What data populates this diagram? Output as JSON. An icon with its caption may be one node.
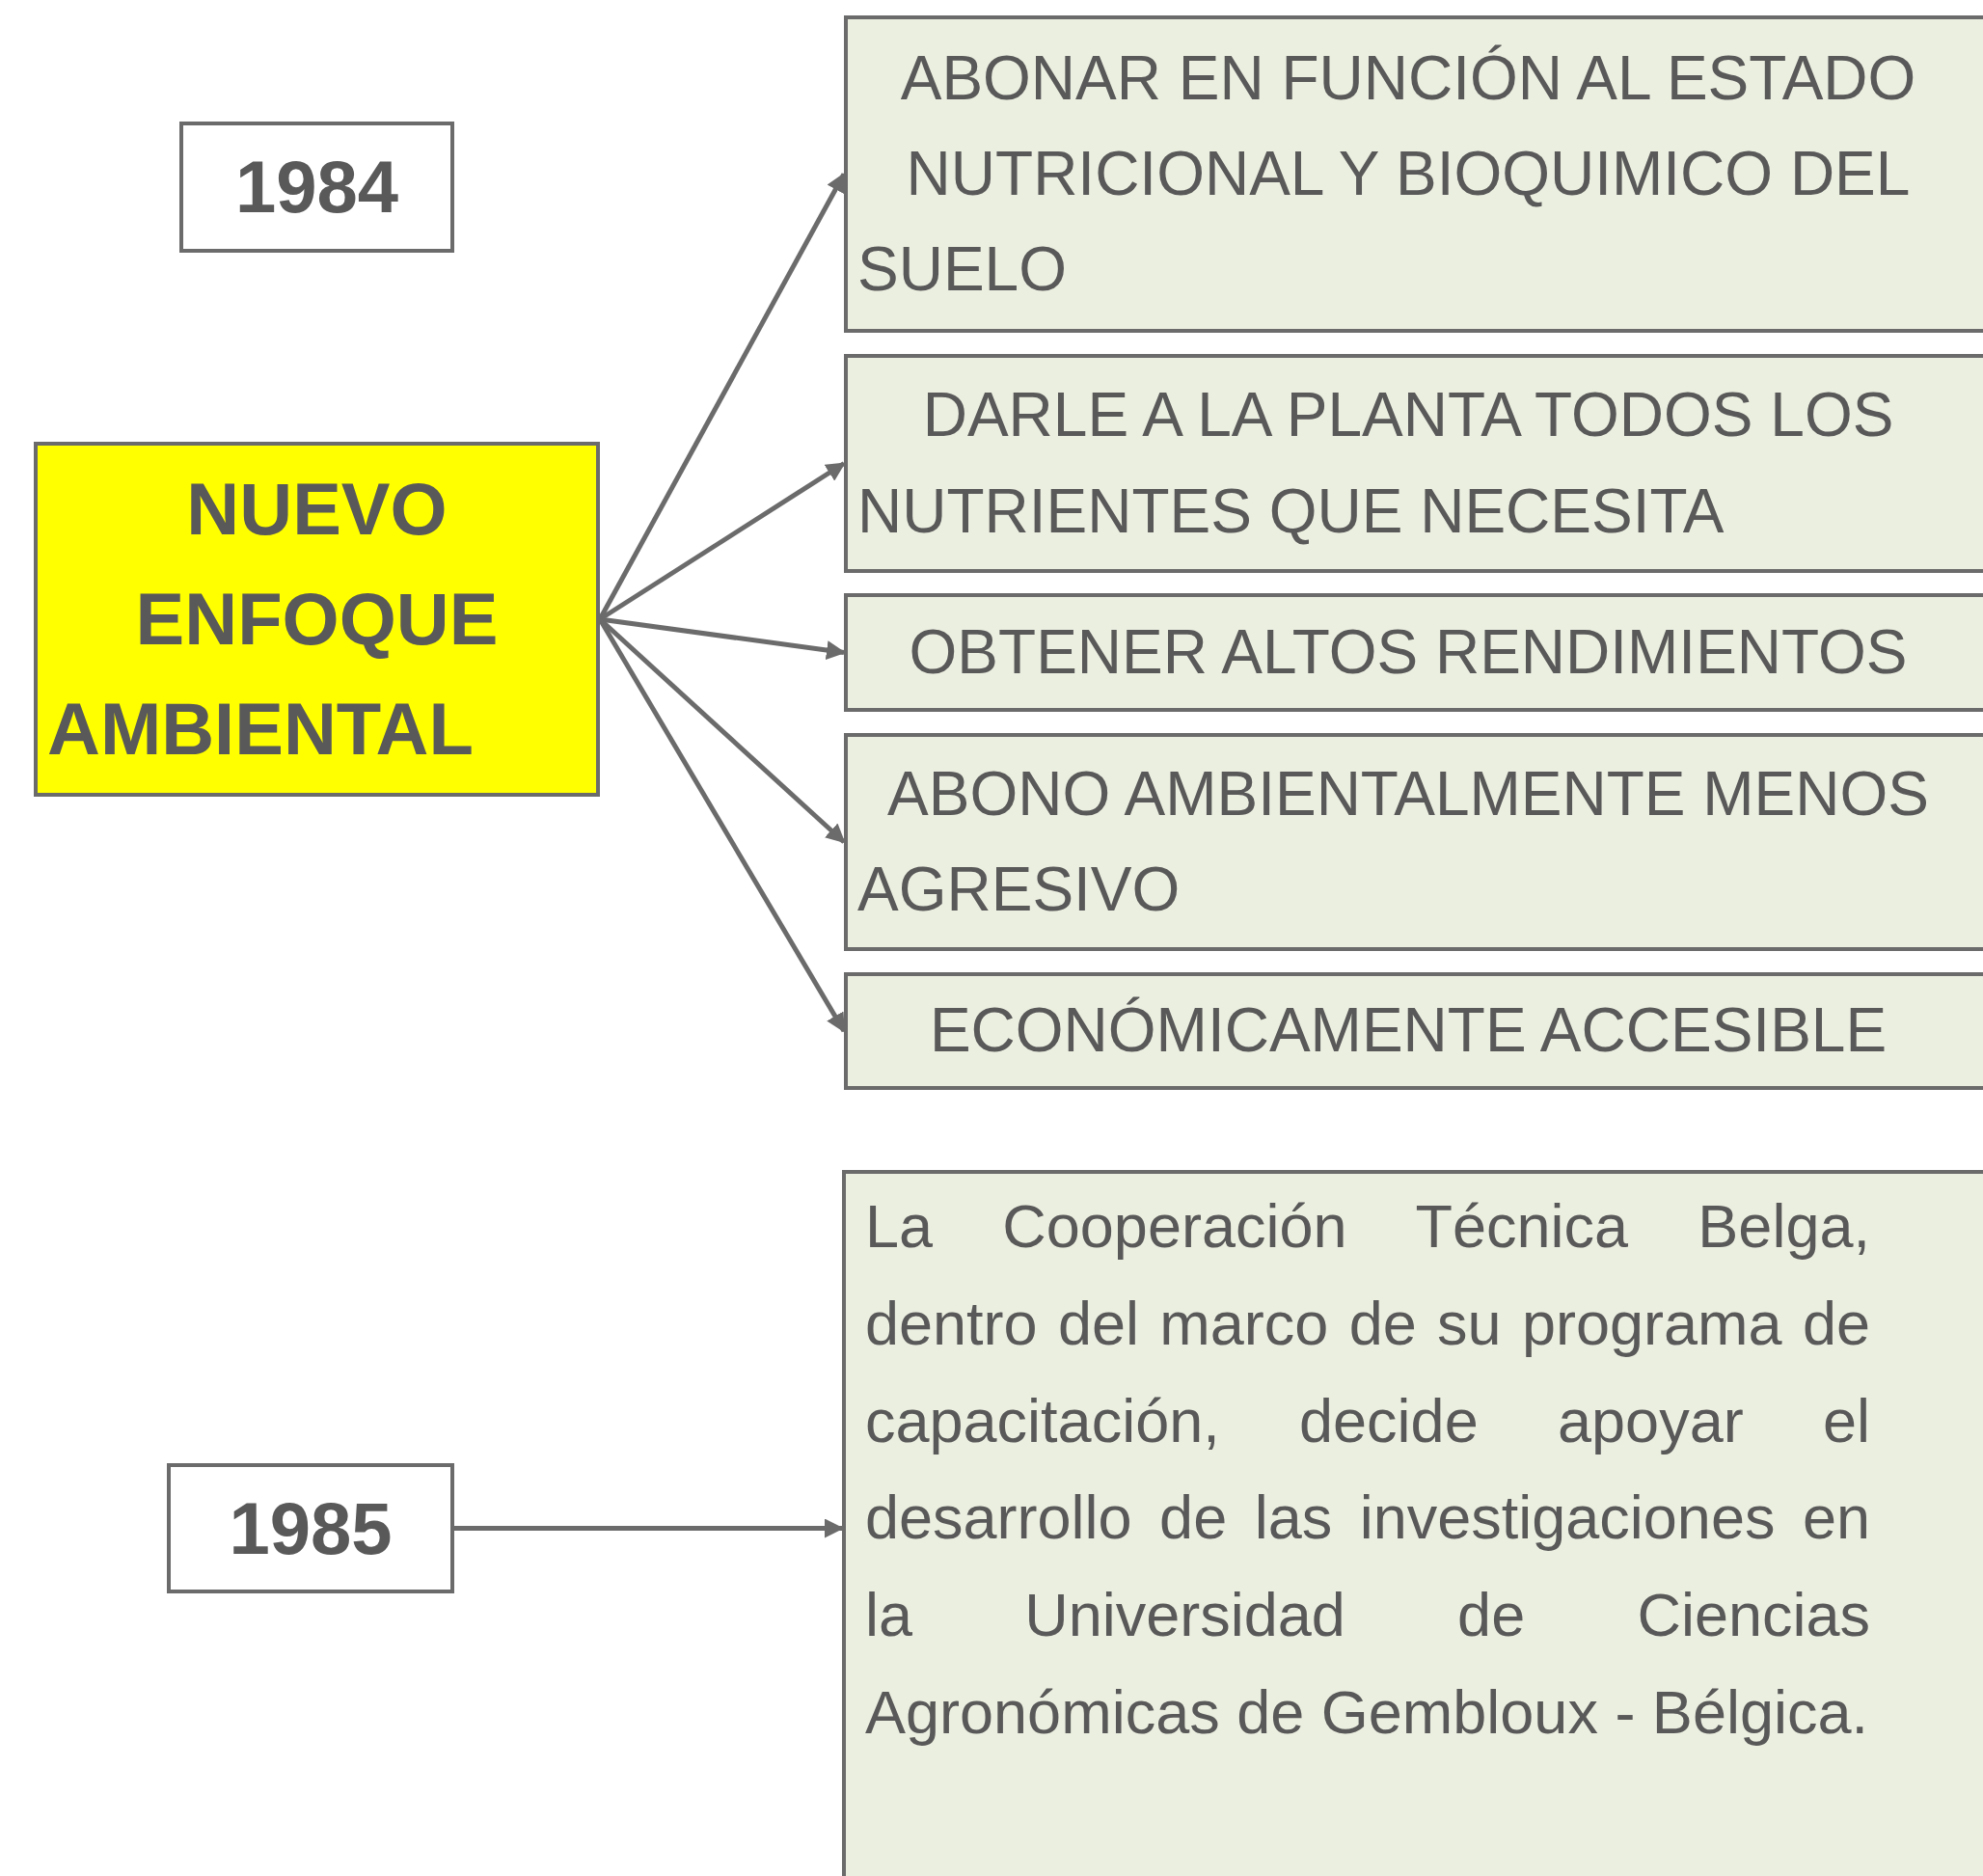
{
  "diagram": {
    "nodes": [
      {
        "text": [
          "1984"
        ]
      },
      {
        "text": [
          "NUEVO ENFOQUE AMBIENTAL"
        ]
      },
      {
        "text": [
          "ABONAR EN FUNCIÓN AL ESTADO NUTRICIONAL Y BIOQUIMICO DEL SUELO"
        ]
      },
      {
        "text": [
          "DARLE A LA PLANTA TODOS LOS NUTRIENTES QUE NECESITA"
        ]
      },
      {
        "text": [
          "OBTENER ALTOS RENDIMIENTOS"
        ]
      },
      {
        "text": [
          "ABONO AMBIENTALMENTE MENOS AGRESIVO"
        ]
      },
      {
        "text": [
          "ECONÓMICAMENTE ACCESIBLE"
        ]
      },
      {
        "text": [
          "1985"
        ]
      },
      {
        "text": [
          "La Cooperación Técnica Belga, dentro del marco de su programa de capacitación, decide apoyar el desarrollo de las investigaciones en la Universidad de Ciencias Agronómicas de Gembloux - Bélgica."
        ]
      }
    ],
    "edges": [
      {
        "from": 1,
        "to": 2,
        "arrow": "to"
      },
      {
        "from": 1,
        "to": 3,
        "arrow": "to"
      },
      {
        "from": 1,
        "to": 4,
        "arrow": "to"
      },
      {
        "from": 1,
        "to": 5,
        "arrow": "to"
      },
      {
        "from": 1,
        "to": 6,
        "arrow": "to"
      },
      {
        "from": 7,
        "to": 8,
        "arrow": "to"
      }
    ]
  }
}
